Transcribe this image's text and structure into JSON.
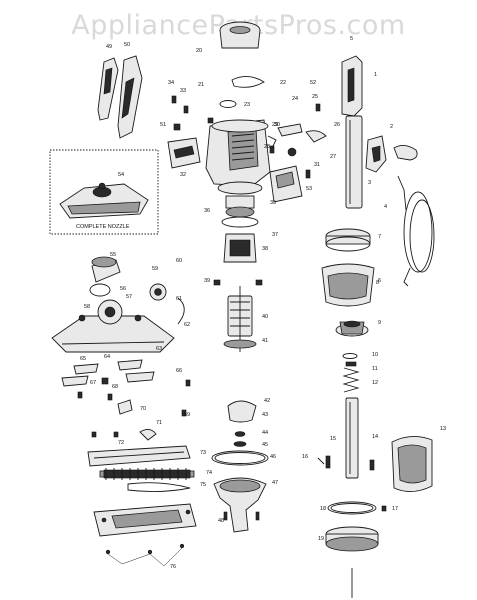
{
  "watermark": "AppliancePartsPros.com",
  "inset_caption": "COMPLETE NOZZLE",
  "parts": [
    {
      "n": "1"
    },
    {
      "n": "2"
    },
    {
      "n": "3"
    },
    {
      "n": "4"
    },
    {
      "n": "5"
    },
    {
      "n": "6"
    },
    {
      "n": "7"
    },
    {
      "n": "8"
    },
    {
      "n": "9"
    },
    {
      "n": "10"
    },
    {
      "n": "11"
    },
    {
      "n": "12"
    },
    {
      "n": "13"
    },
    {
      "n": "14"
    },
    {
      "n": "15"
    },
    {
      "n": "16"
    },
    {
      "n": "17"
    },
    {
      "n": "18"
    },
    {
      "n": "19"
    },
    {
      "n": "20"
    },
    {
      "n": "21"
    },
    {
      "n": "22"
    },
    {
      "n": "23"
    },
    {
      "n": "24"
    },
    {
      "n": "25"
    },
    {
      "n": "26"
    },
    {
      "n": "27"
    },
    {
      "n": "28"
    },
    {
      "n": "29"
    },
    {
      "n": "30"
    },
    {
      "n": "31"
    },
    {
      "n": "32"
    },
    {
      "n": "33"
    },
    {
      "n": "34"
    },
    {
      "n": "35"
    },
    {
      "n": "36"
    },
    {
      "n": "37"
    },
    {
      "n": "38"
    },
    {
      "n": "39"
    },
    {
      "n": "40"
    },
    {
      "n": "41"
    },
    {
      "n": "42"
    },
    {
      "n": "43"
    },
    {
      "n": "44"
    },
    {
      "n": "45"
    },
    {
      "n": "46"
    },
    {
      "n": "47"
    },
    {
      "n": "48"
    },
    {
      "n": "49"
    },
    {
      "n": "50"
    },
    {
      "n": "51"
    },
    {
      "n": "52"
    },
    {
      "n": "53"
    },
    {
      "n": "54"
    },
    {
      "n": "55"
    },
    {
      "n": "56"
    },
    {
      "n": "57"
    },
    {
      "n": "58"
    },
    {
      "n": "59"
    },
    {
      "n": "60"
    },
    {
      "n": "61"
    },
    {
      "n": "62"
    },
    {
      "n": "63"
    },
    {
      "n": "64"
    },
    {
      "n": "65"
    },
    {
      "n": "66"
    },
    {
      "n": "67"
    },
    {
      "n": "68"
    },
    {
      "n": "69"
    },
    {
      "n": "70"
    },
    {
      "n": "71"
    },
    {
      "n": "72"
    },
    {
      "n": "73"
    },
    {
      "n": "74"
    },
    {
      "n": "75"
    },
    {
      "n": "76"
    }
  ]
}
